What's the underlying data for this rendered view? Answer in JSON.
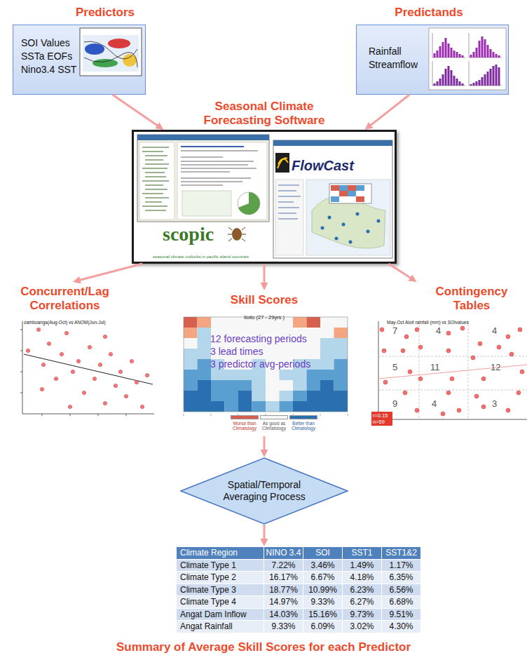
{
  "diagram": {
    "caption": "Summary of Average Skill Scores for each Predictor",
    "nodes": [
      {
        "text": [
          "Predictors",
          "SOI Values SSTa EOFs Nino3.4 SST"
        ]
      },
      {
        "text": [
          "Predictands",
          "Rainfall Streamflow"
        ]
      },
      {
        "text": [
          "Seasonal Climate Forecasting Software",
          "FlowCast",
          "scopic",
          "seasonal climate outlooks in pacific island countries"
        ]
      },
      {
        "text": [
          "Concurrent/Lag Correlations",
          "zamboanga(Aug-Oct) vs ANOM(Jun-Jul)"
        ]
      },
      {
        "text": [
          "Skill Scores",
          "Iloilo (27 - 29yrs )",
          "12 forecasting periods",
          "3 lead times",
          "3 predictor avg-periods"
        ]
      },
      {
        "text": [
          "Contingency Tables",
          "May-Oct Aloit rainfall (mm) vs SOIvalues"
        ]
      },
      {
        "text": [
          "Spatial/Temporal Averaging Process"
        ]
      },
      {
        "text": [
          "Climate Region",
          "NINO 3.4",
          "SOI",
          "SST1",
          "SST1&2",
          "Climate Type 1",
          "7.22%",
          "3.46%",
          "1.49%",
          "1.17%",
          "Climate Type 2",
          "16.17%",
          "6.67%",
          "4.18%",
          "6.35%",
          "Climate Type 3",
          "18.77%",
          "10.99%",
          "6.23%",
          "6.56%",
          "Climate Type 4",
          "14.97%",
          "9.33%",
          "6.27%",
          "6.68%",
          "Angat Dam Inflow",
          "14.03%",
          "15.16%",
          "9.73%",
          "9.51%",
          "Angat Rainfall",
          "9.33%",
          "6.09%",
          "3.02%",
          "4.30%"
        ]
      }
    ],
    "edges": [
      {
        "from": 0,
        "to": 2,
        "arrow": "to"
      },
      {
        "from": 1,
        "to": 2,
        "arrow": "to"
      },
      {
        "from": 2,
        "to": 3,
        "arrow": "to"
      },
      {
        "from": 2,
        "to": 4,
        "arrow": "to"
      },
      {
        "from": 2,
        "to": 5,
        "arrow": "to"
      },
      {
        "from": 4,
        "to": 6,
        "arrow": "to"
      },
      {
        "from": 6,
        "to": 7,
        "arrow": "to"
      }
    ],
    "labels": [
      "7",
      "4",
      "4",
      "5",
      "11",
      "12",
      "9",
      "4",
      "3",
      "r=0.15 n=59"
    ],
    "legend": [
      {
        "text": "Worse than Climatology",
        "color": "#d6604d"
      },
      {
        "text": "As good as Climatology",
        "color": "#f7f7f7"
      },
      {
        "text": "Better than Climatology",
        "color": "#2a6fb0"
      }
    ]
  }
}
